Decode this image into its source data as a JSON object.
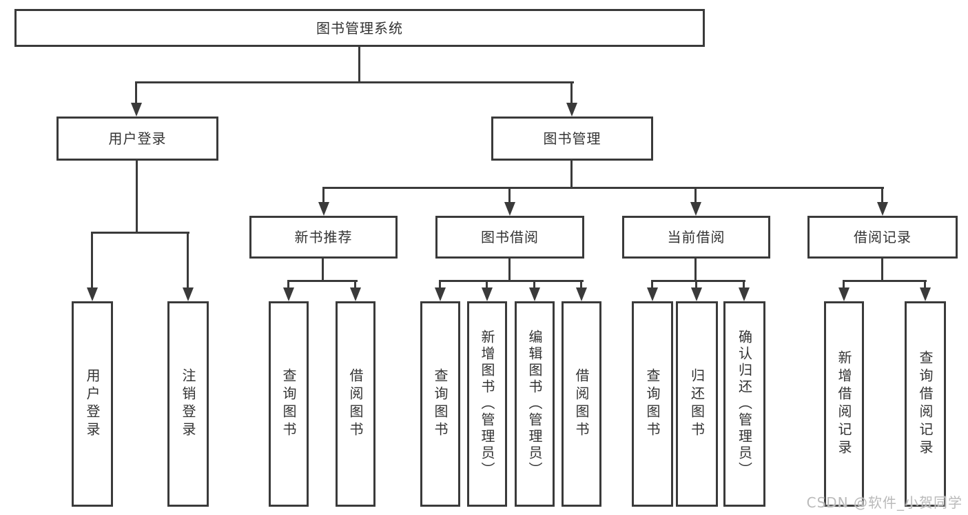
{
  "diagram": {
    "root": {
      "label": "图书管理系统"
    },
    "branches": [
      {
        "label": "用户登录",
        "children": [
          {
            "label": "用户登录"
          },
          {
            "label": "注销登录"
          }
        ]
      },
      {
        "label": "图书管理",
        "children": [
          {
            "label": "新书推荐",
            "children": [
              {
                "label": "查询图书"
              },
              {
                "label": "借阅图书"
              }
            ]
          },
          {
            "label": "图书借阅",
            "children": [
              {
                "label": "查询图书"
              },
              {
                "label": "新增图书（管理员）"
              },
              {
                "label": "编辑图书（管理员）"
              },
              {
                "label": "借阅图书"
              }
            ]
          },
          {
            "label": "当前借阅",
            "children": [
              {
                "label": "查询图书"
              },
              {
                "label": "归还图书"
              },
              {
                "label": "确认归还（管理员）"
              }
            ]
          },
          {
            "label": "借阅记录",
            "children": [
              {
                "label": "新增借阅记录"
              },
              {
                "label": "查询借阅记录"
              }
            ]
          }
        ]
      }
    ]
  },
  "watermark": {
    "text": "CSDN @软件_小贺同学"
  },
  "colors": {
    "line": "#3a3a3a",
    "text": "#333333",
    "background": "#ffffff",
    "watermark": "#bababa"
  }
}
